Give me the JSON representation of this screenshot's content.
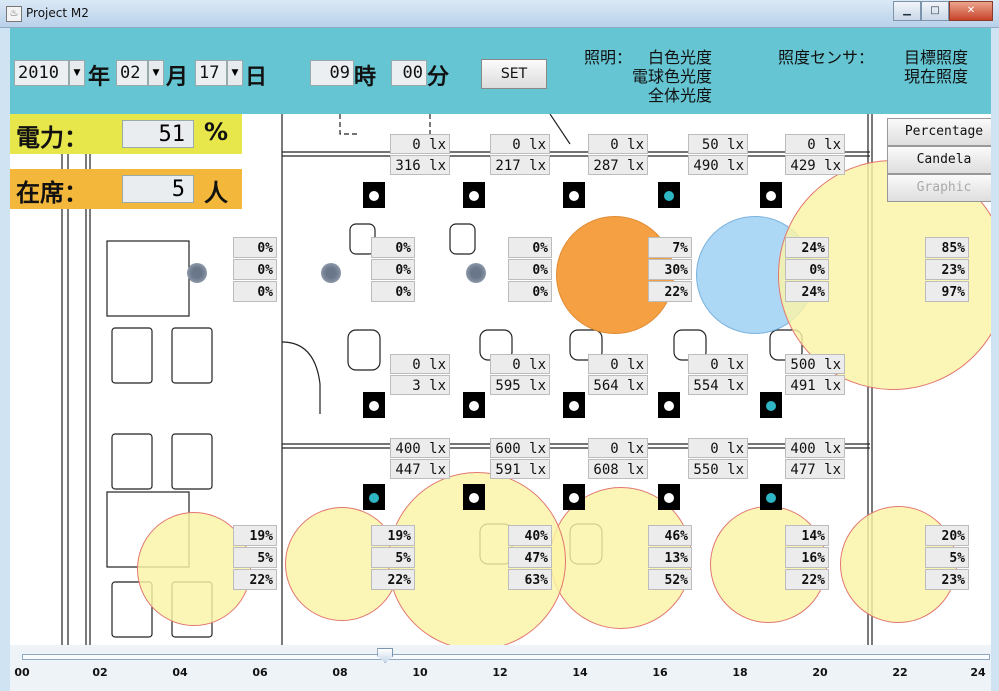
{
  "window": {
    "title": "Project M2",
    "app_icon": "java-icon"
  },
  "datetime": {
    "year": "2010",
    "year_unit": "年",
    "month": "02",
    "month_unit": "月",
    "day": "17",
    "day_unit": "日",
    "hour": "09",
    "hour_unit": "時",
    "minute": "00",
    "minute_unit": "分",
    "set_label": "SET"
  },
  "legend": {
    "lighting_label": "照明：",
    "lighting_items": [
      "白色光度",
      "電球色光度",
      "全体光度"
    ],
    "sensor_label": "照度センサ：",
    "sensor_items": [
      "目標照度",
      "現在照度"
    ]
  },
  "stats": {
    "power_label": "電力：",
    "power_value": "51",
    "power_unit": "%",
    "presence_label": "在席：",
    "presence_value": "5",
    "presence_unit": "人"
  },
  "modes": [
    "Percentage",
    "Candela",
    "Graphic"
  ],
  "sensors": [
    {
      "target": "0 lx",
      "current": "316 lx"
    },
    {
      "target": "0 lx",
      "current": "217 lx"
    },
    {
      "target": "0 lx",
      "current": "287 lx"
    },
    {
      "target": "50 lx",
      "current": "490 lx"
    },
    {
      "target": "0 lx",
      "current": "429 lx"
    },
    {
      "target": "0 lx",
      "current": "3 lx"
    },
    {
      "target": "0 lx",
      "current": "595 lx"
    },
    {
      "target": "0 lx",
      "current": "564 lx"
    },
    {
      "target": "0 lx",
      "current": "554 lx"
    },
    {
      "target": "500 lx",
      "current": "491 lx"
    },
    {
      "target": "400 lx",
      "current": "447 lx"
    },
    {
      "target": "600 lx",
      "current": "591 lx"
    },
    {
      "target": "0 lx",
      "current": "608 lx"
    },
    {
      "target": "0 lx",
      "current": "550 lx"
    },
    {
      "target": "400 lx",
      "current": "477 lx"
    }
  ],
  "lights": [
    {
      "white": "0%",
      "bulb": "0%",
      "total": "0%"
    },
    {
      "white": "0%",
      "bulb": "0%",
      "total": "0%"
    },
    {
      "white": "0%",
      "bulb": "0%",
      "total": "0%"
    },
    {
      "white": "7%",
      "bulb": "30%",
      "total": "22%"
    },
    {
      "white": "24%",
      "bulb": "0%",
      "total": "24%"
    },
    {
      "white": "85%",
      "bulb": "23%",
      "total": "97%"
    },
    {
      "white": "19%",
      "bulb": "5%",
      "total": "22%"
    },
    {
      "white": "19%",
      "bulb": "5%",
      "total": "22%"
    },
    {
      "white": "40%",
      "bulb": "47%",
      "total": "63%"
    },
    {
      "white": "46%",
      "bulb": "13%",
      "total": "52%"
    },
    {
      "white": "14%",
      "bulb": "16%",
      "total": "22%"
    },
    {
      "white": "20%",
      "bulb": "5%",
      "total": "23%"
    }
  ],
  "seats_occupied": [
    false,
    false,
    false,
    true,
    false,
    false,
    false,
    false,
    false,
    true,
    true,
    false,
    false,
    false,
    true
  ],
  "timeline": {
    "ticks": [
      "00",
      "02",
      "04",
      "06",
      "08",
      "10",
      "12",
      "14",
      "16",
      "18",
      "20",
      "22",
      "24"
    ],
    "position_hours": 9
  }
}
